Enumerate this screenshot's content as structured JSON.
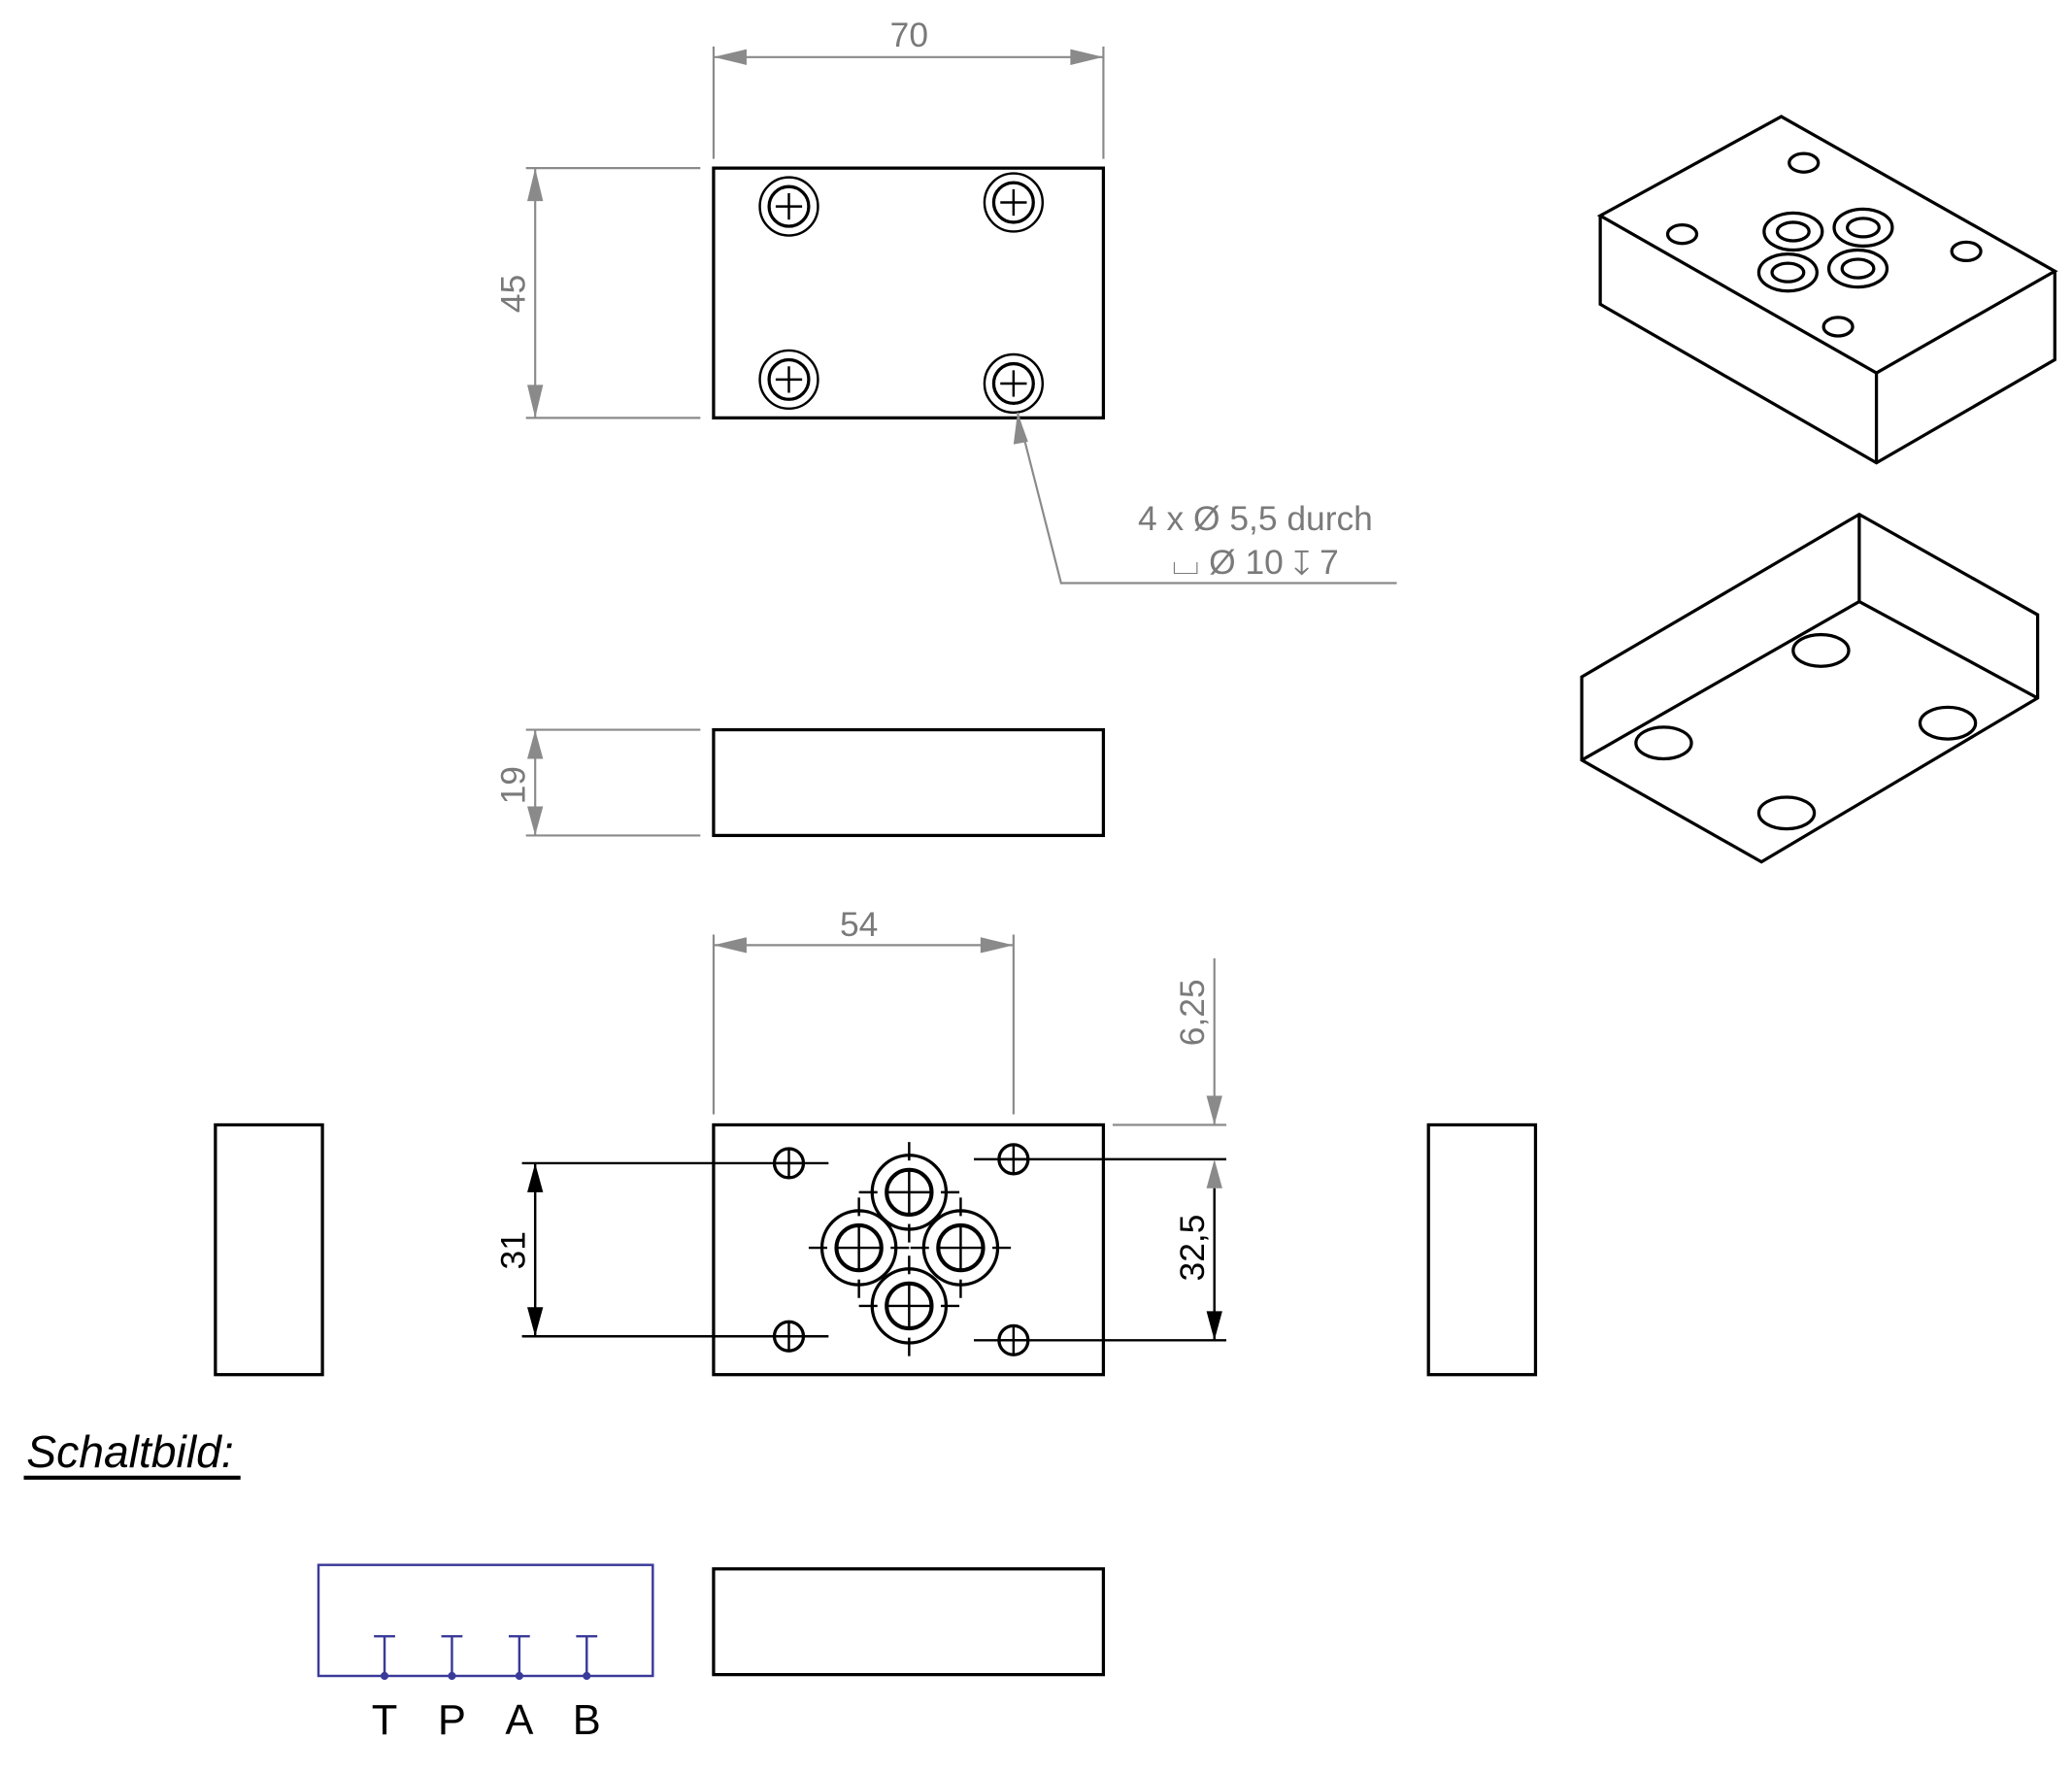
{
  "drawing": {
    "top_view": {
      "width_label": "70",
      "height_label": "45"
    },
    "side_view": {
      "height_label": "19"
    },
    "hole_note": {
      "line1": "4 x Ø 5,5 durch",
      "line2": "⌴ Ø 10 ↧ 7"
    },
    "bottom_view": {
      "spacing_label": "54",
      "offset_label": "6,25",
      "vert_left_label": "31",
      "vert_right_label": "32,5"
    },
    "schematic": {
      "title": "Schaltbild:",
      "ports": [
        "T",
        "P",
        "A",
        "B"
      ],
      "color": "#3a3a9a"
    }
  }
}
